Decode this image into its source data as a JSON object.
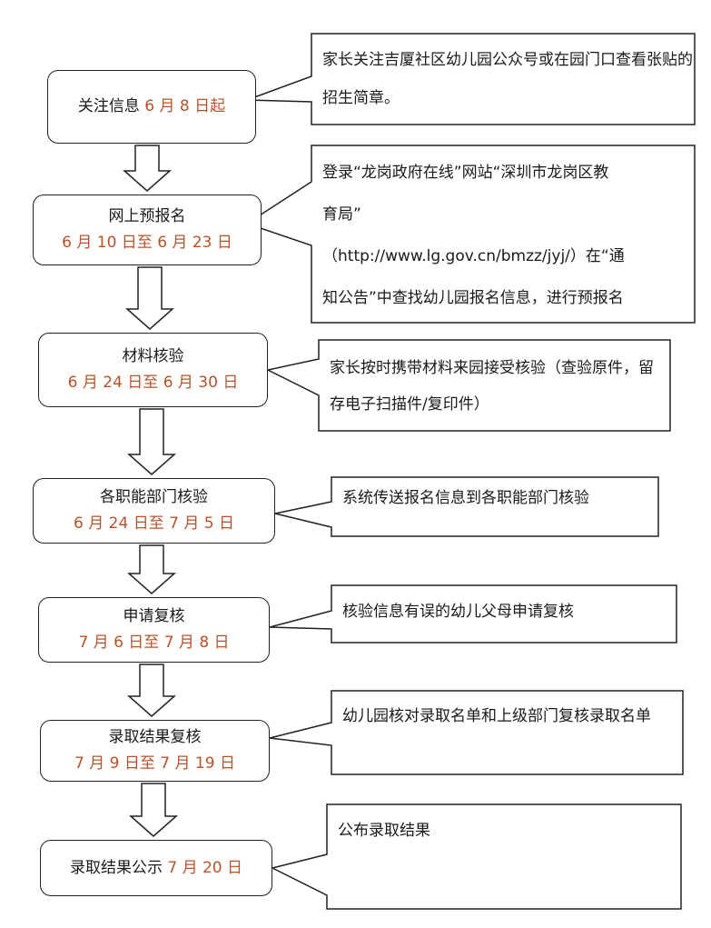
{
  "colors": {
    "date_accent": "#b5542c",
    "stroke": "#222222"
  },
  "steps": [
    {
      "title": "关注信息",
      "date": "6 月 8 日起",
      "inline": true,
      "note": "家长关注吉厦社区幼儿园公众号或在园门口查看张贴的招生简章。"
    },
    {
      "title": "网上预报名",
      "date": "6 月 10 日至 6 月 23 日",
      "inline": false,
      "note_lines": [
        "登录“龙岗政府在线”网站“深圳市龙岗区教",
        "育局”",
        "（http://www.lg.gov.cn/bmzz/jyj/）在“通",
        "知公告”中查找幼儿园报名信息，进行预报名"
      ]
    },
    {
      "title": "材料核验",
      "date": "6 月 24 日至 6 月 30 日",
      "inline": false,
      "note": "家长按时携带材料来园接受核验（查验原件，留存电子扫描件/复印件）"
    },
    {
      "title": "各职能部门核验",
      "date": "6 月 24 日至 7 月 5 日",
      "inline": false,
      "note": "系统传送报名信息到各职能部门核验"
    },
    {
      "title": "申请复核",
      "date": "7 月 6 日至 7 月 8 日",
      "inline": false,
      "note": "核验信息有误的幼儿父母申请复核"
    },
    {
      "title": "录取结果复核",
      "date": "7 月 9 日至 7 月 19 日",
      "inline": false,
      "note": "幼儿园核对录取名单和上级部门复核录取名单"
    },
    {
      "title": "录取结果公示",
      "date": "7 月 20 日",
      "inline": true,
      "note": "公布录取结果"
    }
  ]
}
